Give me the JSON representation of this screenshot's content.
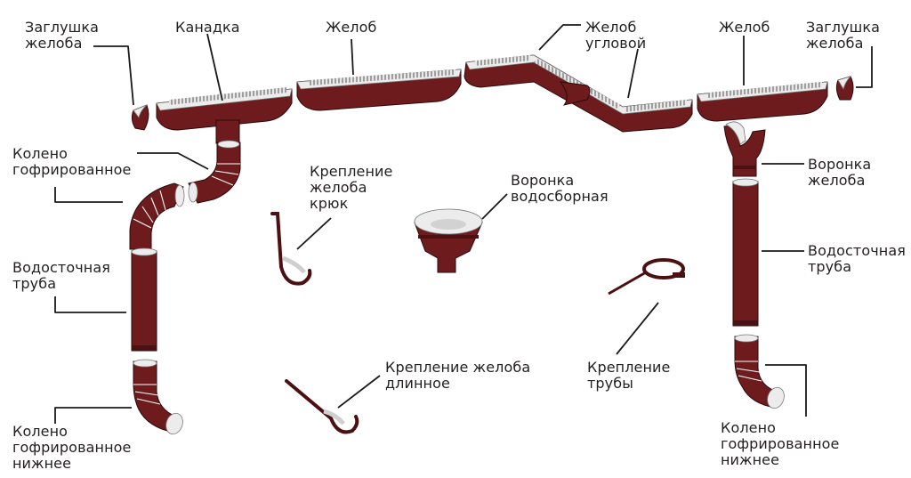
{
  "labels": {
    "gutter_cap_left": "Заглушка\nжелоба",
    "kanadka": "Канадка",
    "gutter_1": "Желоб",
    "gutter_corner": "Желоб\nугловой",
    "gutter_2": "Желоб",
    "gutter_cap_right": "Заглушка\nжелоба",
    "elbow_corrugated": "Колено\nгофрированное",
    "hook_bracket": "Крепление\nжелоба\nкрюк",
    "funnel": "Воронка\nводосборная",
    "gutter_outlet": "Воронка\nжелоба",
    "downpipe_left": "Водосточная\nтруба",
    "downpipe_right": "Водосточная\nтруба",
    "pipe_clamp": "Крепление\nтрубы",
    "long_bracket": "Крепление желоба\nдлинное",
    "elbow_bottom_left": "Колено\nгофрированное\nнижнее",
    "elbow_bottom_right": "Колено\nгофрированное\nнижнее"
  },
  "colors": {
    "metal": "#6e1b1e",
    "metal_dark": "#4a1012",
    "inner": "#ececec",
    "text": "#231f20"
  }
}
